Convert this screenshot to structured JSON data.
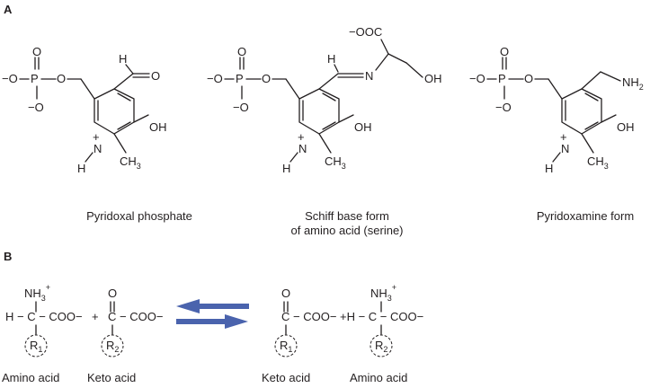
{
  "panel_a": {
    "label": "A",
    "molecules": [
      {
        "caption": "Pyridoxal phosphate",
        "caption_line2": ""
      },
      {
        "caption": "Schiff base form",
        "caption_line2": "of amino acid (serine)"
      },
      {
        "caption": "Pyridoxamine form",
        "caption_line2": ""
      }
    ],
    "atoms": {
      "o_minus": "−O",
      "o": "O",
      "p": "P",
      "oh": "OH",
      "h": "H",
      "n": "N",
      "plus": "+",
      "ch3_main": "CH",
      "ch3_sub": "3",
      "ooc": "−OOC",
      "nh2_main": "NH",
      "nh2_sub": "2"
    }
  },
  "panel_b": {
    "label": "B",
    "left": {
      "amino_acid_label": "Amino acid",
      "keto_acid_label": "Keto acid",
      "amine_main": "NH",
      "amine_sub": "3",
      "amine_sup": "+",
      "h_c": "H − C − COO−",
      "plus": "+",
      "keto_o": "O",
      "keto_c": "C − COO−",
      "r1_main": "R",
      "r1_sub": "1",
      "r2_main": "R",
      "r2_sub": "2"
    },
    "right": {
      "keto_acid_label": "Keto acid",
      "amino_acid_label": "Amino acid",
      "keto_o": "O",
      "keto_c": "C − COO−",
      "plus_h": "+H − C − COO−",
      "amine_main": "NH",
      "amine_sub": "3",
      "amine_sup": "+",
      "r1_main": "R",
      "r1_sub": "1",
      "r2_main": "R",
      "r2_sub": "2"
    },
    "arrow_color": "#4a63ad"
  }
}
